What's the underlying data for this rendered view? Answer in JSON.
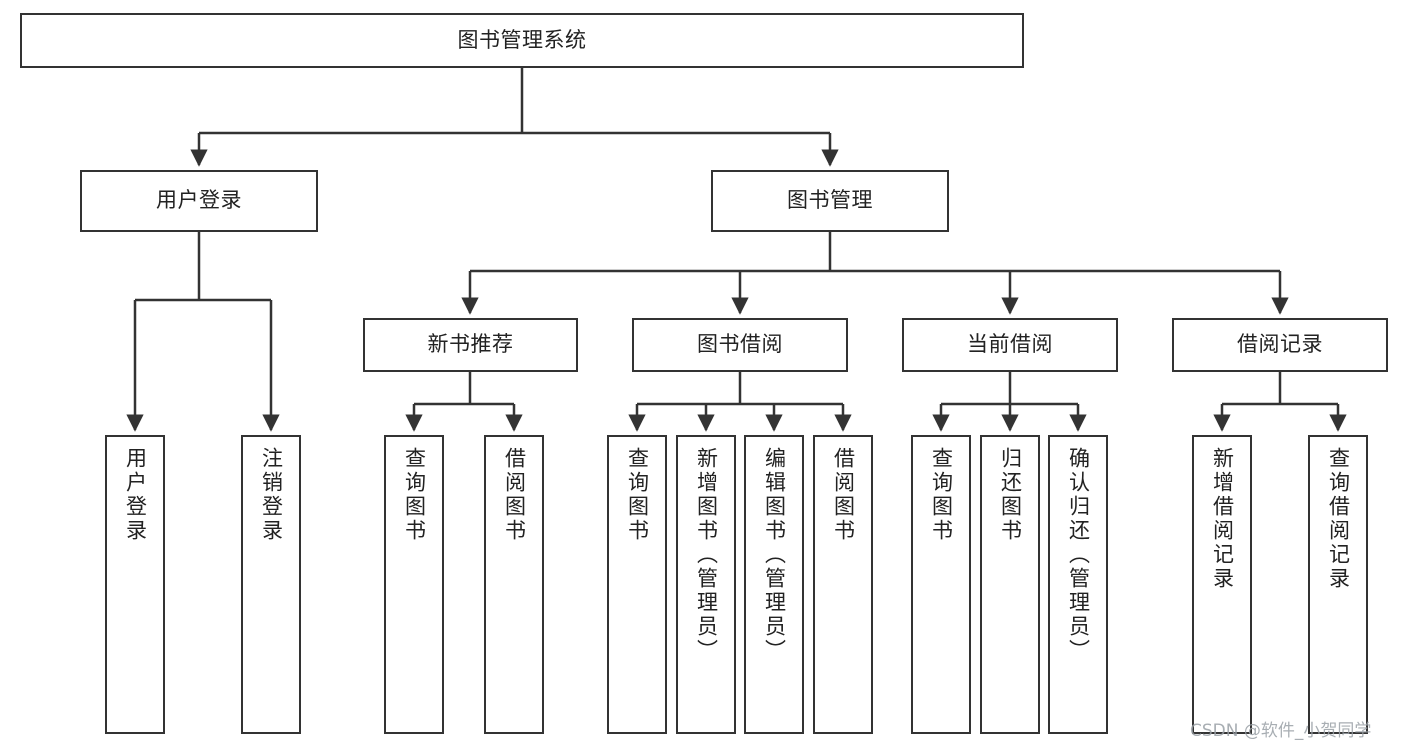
{
  "diagram": {
    "type": "tree-hierarchy-flowchart",
    "title": "图书管理系统",
    "orientation": "top-down",
    "colors": {
      "box_border": "#333333",
      "box_fill": "#ffffff",
      "edge": "#333333",
      "text": "#222222",
      "watermark": "#9aa0a6",
      "background": "#ffffff"
    },
    "levels": [
      {
        "level": 1,
        "nodes": [
          {
            "id": "root",
            "label": "图书管理系统",
            "orientation": "horizontal"
          }
        ]
      },
      {
        "level": 2,
        "nodes": [
          {
            "id": "user-login",
            "label": "用户登录",
            "orientation": "horizontal",
            "parent": "root"
          },
          {
            "id": "book-manage",
            "label": "图书管理",
            "orientation": "horizontal",
            "parent": "root"
          }
        ]
      },
      {
        "level": 3,
        "nodes": [
          {
            "id": "new-book-recommend",
            "label": "新书推荐",
            "orientation": "horizontal",
            "parent": "book-manage"
          },
          {
            "id": "book-borrow",
            "label": "图书借阅",
            "orientation": "horizontal",
            "parent": "book-manage"
          },
          {
            "id": "current-borrow",
            "label": "当前借阅",
            "orientation": "horizontal",
            "parent": "book-manage"
          },
          {
            "id": "borrow-record",
            "label": "借阅记录",
            "orientation": "horizontal",
            "parent": "book-manage"
          }
        ]
      },
      {
        "level": 4,
        "nodes": [
          {
            "id": "leaf-user-login",
            "label": "用户登录",
            "orientation": "vertical",
            "parent": "user-login"
          },
          {
            "id": "leaf-logout",
            "label": "注销登录",
            "orientation": "vertical",
            "parent": "user-login"
          },
          {
            "id": "leaf-query-book-1",
            "label": "查询图书",
            "orientation": "vertical",
            "parent": "new-book-recommend"
          },
          {
            "id": "leaf-borrow-book-1",
            "label": "借阅图书",
            "orientation": "vertical",
            "parent": "new-book-recommend"
          },
          {
            "id": "leaf-query-book-2",
            "label": "查询图书",
            "orientation": "vertical",
            "parent": "book-borrow"
          },
          {
            "id": "leaf-add-book",
            "label": "新增图书（管理员）",
            "orientation": "vertical",
            "parent": "book-borrow"
          },
          {
            "id": "leaf-edit-book",
            "label": "编辑图书（管理员）",
            "orientation": "vertical",
            "parent": "book-borrow"
          },
          {
            "id": "leaf-borrow-book-2",
            "label": "借阅图书",
            "orientation": "vertical",
            "parent": "book-borrow"
          },
          {
            "id": "leaf-query-book-3",
            "label": "查询图书",
            "orientation": "vertical",
            "parent": "current-borrow"
          },
          {
            "id": "leaf-return-book",
            "label": "归还图书",
            "orientation": "vertical",
            "parent": "current-borrow"
          },
          {
            "id": "leaf-confirm-return",
            "label": "确认归还（管理员）",
            "orientation": "vertical",
            "parent": "current-borrow"
          },
          {
            "id": "leaf-add-record",
            "label": "新增借阅记录",
            "orientation": "vertical",
            "parent": "borrow-record"
          },
          {
            "id": "leaf-query-record",
            "label": "查询借阅记录",
            "orientation": "vertical",
            "parent": "borrow-record"
          }
        ]
      }
    ]
  },
  "watermark": {
    "text": "CSDN @软件_小贺同学"
  }
}
